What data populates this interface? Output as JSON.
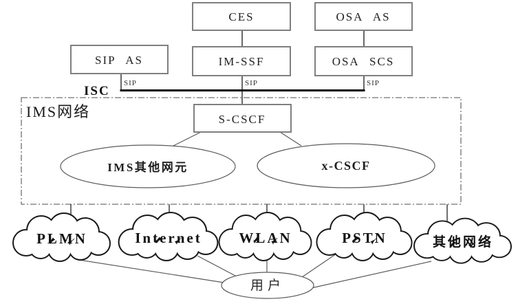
{
  "nodes": {
    "ces": "CES",
    "osa_as": "OSA AS",
    "sip_as": "SIP AS",
    "im_ssf": "IM-SSF",
    "osa_scs": "OSA SCS",
    "s_cscf": "S-CSCF"
  },
  "ellipses": {
    "ims_other": "IMS其他网元",
    "x_cscf": "x-CSCF",
    "user": "用户"
  },
  "clouds": {
    "plmn": "PLMN",
    "internet": "Internet",
    "wlan": "WLAN",
    "pstn": "PSTN",
    "other_network": "其他网络"
  },
  "labels": {
    "isc": "ISC",
    "sip_sipas": "SIP",
    "sip_imssf": "SIP",
    "sip_osascs": "SIP",
    "ims_network": "IMS网络"
  },
  "colors": {
    "background": "#ffffff",
    "box_border": "#7f7f7f",
    "connector": "#4d4d4d",
    "isc_bus_line": "#000000",
    "dashed_boundary": "#707070",
    "cloud_outline": "#1a1a1a",
    "text": "#222222"
  }
}
